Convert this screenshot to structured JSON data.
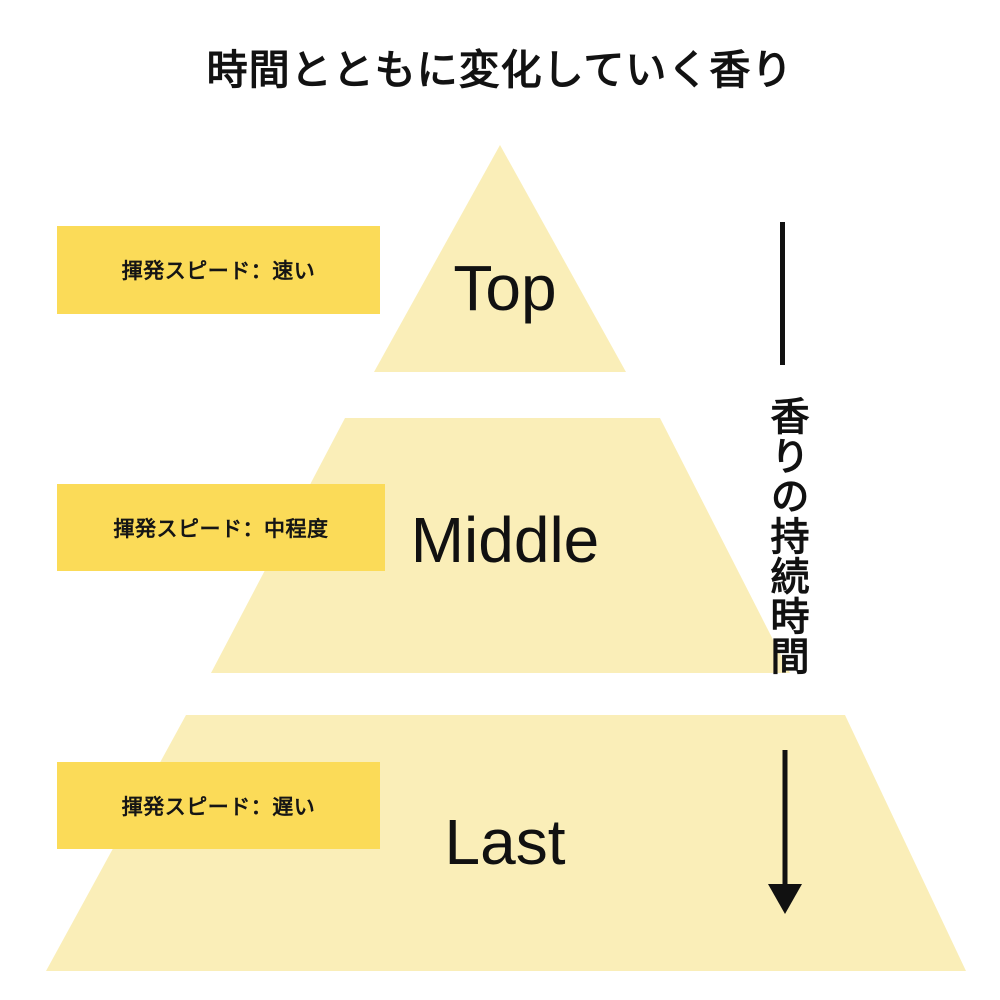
{
  "page": {
    "title": "時間とともに変化していく香り",
    "background_color": "#ffffff"
  },
  "colors": {
    "pyramid_fill": "#faeeb8",
    "chip_fill": "#fbdb58",
    "text": "#111111",
    "axis": "#111111"
  },
  "pyramid": {
    "tiers": [
      {
        "id": "top",
        "name": "Top",
        "chip_label": "揮発スピード：速い",
        "volatility": "速い"
      },
      {
        "id": "middle",
        "name": "Middle",
        "chip_label": "揮発スピード：中程度",
        "volatility": "中程度"
      },
      {
        "id": "last",
        "name": "Last",
        "chip_label": "揮発スピード：遅い",
        "volatility": "遅い"
      }
    ]
  },
  "duration_axis": {
    "caption": "香りの持続時間",
    "direction_icon": "down-arrow-icon"
  }
}
